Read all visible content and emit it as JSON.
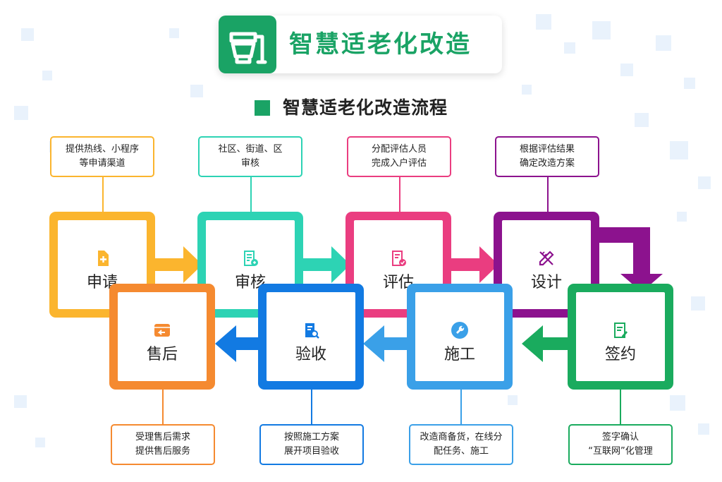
{
  "header": {
    "title": "智慧适老化改造",
    "icon": "toilet-handrail-icon"
  },
  "subtitle": "智慧适老化改造流程",
  "steps": [
    {
      "label": "申请",
      "icon": "add-file-icon",
      "color": "#fbb52e",
      "desc": [
        "提供热线、小程序",
        "等申请渠道"
      ]
    },
    {
      "label": "审核",
      "icon": "review-document-icon",
      "color": "#2dd3b4",
      "desc": [
        "社区、街道、区",
        "审核"
      ]
    },
    {
      "label": "评估",
      "icon": "assessment-document-icon",
      "color": "#ea3d80",
      "desc": [
        "分配评估人员",
        "完成入户评估"
      ]
    },
    {
      "label": "设计",
      "icon": "pencil-ruler-icon",
      "color": "#8c128e",
      "desc": [
        "根据评估结果",
        "确定改造方案"
      ]
    },
    {
      "label": "签约",
      "icon": "sign-document-icon",
      "color": "#1aab5e",
      "desc": [
        "签字确认",
        "“互联网”化管理"
      ]
    },
    {
      "label": "施工",
      "icon": "wrench-icon",
      "color": "#3aa0e8",
      "desc": [
        "改造商备货，在线分",
        "配任务、施工"
      ]
    },
    {
      "label": "验收",
      "icon": "search-document-icon",
      "color": "#127ae2",
      "desc": [
        "按照施工方案",
        "展开项目验收"
      ]
    },
    {
      "label": "售后",
      "icon": "return-box-icon",
      "color": "#f58a30",
      "desc": [
        "受理售后需求",
        "提供售后服务"
      ]
    }
  ]
}
